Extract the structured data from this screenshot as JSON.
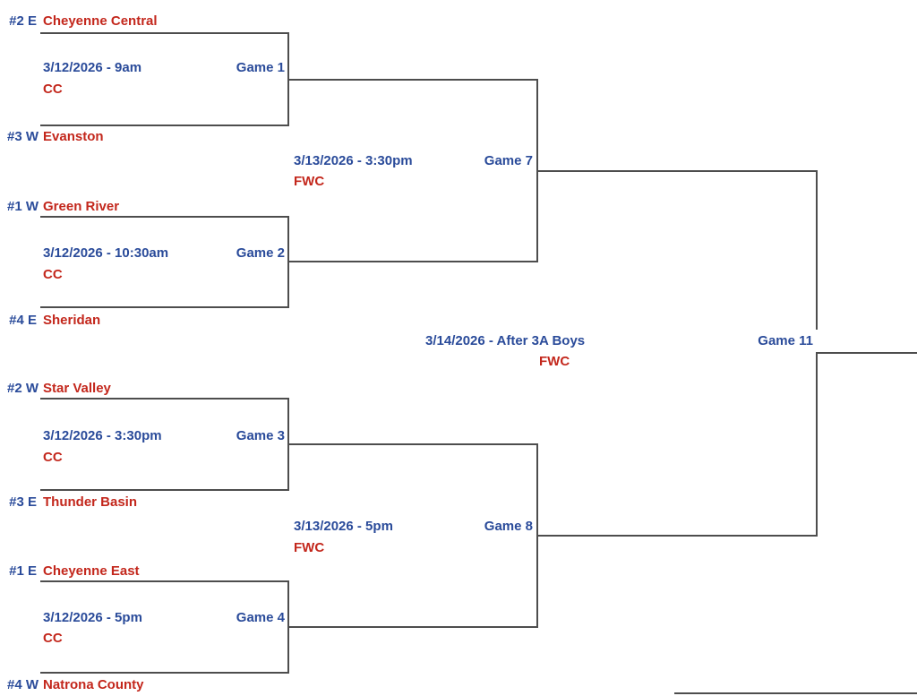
{
  "bracket": {
    "teams": [
      {
        "seed": "#2 E",
        "name": "Cheyenne Central"
      },
      {
        "seed": "#3 W",
        "name": "Evanston"
      },
      {
        "seed": "#1 W",
        "name": "Green River"
      },
      {
        "seed": "#4 E",
        "name": "Sheridan"
      },
      {
        "seed": "#2 W",
        "name": "Star Valley"
      },
      {
        "seed": "#3 E",
        "name": "Thunder Basin"
      },
      {
        "seed": "#1 E",
        "name": "Cheyenne East"
      },
      {
        "seed": "#4 W",
        "name": "Natrona County"
      }
    ],
    "games": [
      {
        "label": "Game 1",
        "datetime": "3/12/2026 - 9am",
        "venue": "CC"
      },
      {
        "label": "Game 2",
        "datetime": "3/12/2026 - 10:30am",
        "venue": "CC"
      },
      {
        "label": "Game 3",
        "datetime": "3/12/2026 - 3:30pm",
        "venue": "CC"
      },
      {
        "label": "Game 4",
        "datetime": "3/12/2026 - 5pm",
        "venue": "CC"
      },
      {
        "label": "Game 7",
        "datetime": "3/13/2026 - 3:30pm",
        "venue": "FWC"
      },
      {
        "label": "Game 8",
        "datetime": "3/13/2026 - 5pm",
        "venue": "FWC"
      },
      {
        "label": "Game 11",
        "datetime": "3/14/2026 - After 3A Boys",
        "venue": "FWC"
      }
    ],
    "colors": {
      "seed_and_schedule_blue": "#2a4b9a",
      "team_and_venue_red": "#c3271c",
      "line_gray": "#4d4d4d"
    }
  }
}
